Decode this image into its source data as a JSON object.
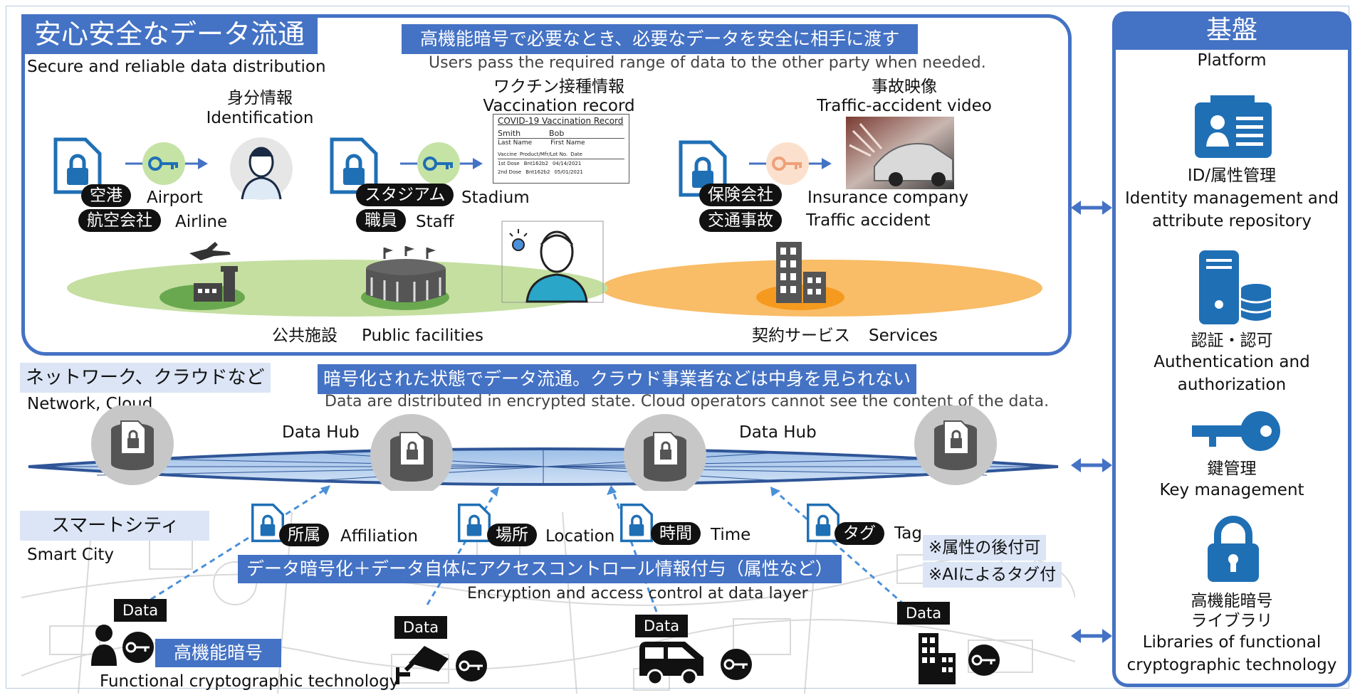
{
  "top": {
    "title_jp": "安心安全なデータ流通",
    "title_en": "Secure and reliable data distribution",
    "banner_jp": "高機能暗号で必要なとき、必要なデータを安全に相手に渡す",
    "banner_en": "Users pass the required range of data to the other party when needed.",
    "identification_jp": "身分情報",
    "identification_en": "Identification",
    "vaccination_jp": "ワクチン接種情報",
    "vaccination_en": "Vaccination record",
    "accident_jp": "事故映像",
    "accident_en": "Traffic-accident video",
    "airport_tag": "空港",
    "airport_en": "Airport",
    "airline_tag": "航空会社",
    "airline_en": "Airline",
    "stadium_tag": "スタジアム",
    "stadium_en": "Stadium",
    "staff_tag": "職員",
    "staff_en": "Staff",
    "insurance_tag": "保険会社",
    "insurance_en": "Insurance company",
    "traffic_tag": "交通事故",
    "traffic_en": "Traffic accident",
    "public_jp": "公共施設",
    "public_en": "Public facilities",
    "services_jp": "契約サービス",
    "services_en": "Services",
    "vaccine_card": {
      "title": "COVID-19 Vaccination Record",
      "last_value": "Smith",
      "first_value": "Bob",
      "last_label": "Last Name",
      "first_label": "First Name",
      "col1": "Vaccine",
      "col2": "Product/Mfr/Lot No.",
      "col3": "Date",
      "row1_dose": "1st Dose",
      "row1_product": "Bnt162b2",
      "row1_date": "04/14/2021",
      "row2_dose": "2nd Dose",
      "row2_product": "Bnt162b2",
      "row2_date": "05/01/2021"
    }
  },
  "network": {
    "title_jp": "ネットワーク、クラウドなど",
    "title_en": "Network, Cloud",
    "banner_jp": "暗号化された状態でデータ流通。クラウド事業者などは中身を見られない",
    "banner_en": "Data are distributed in encrypted state. Cloud operators cannot see the content of the data.",
    "hub1": "Data Hub",
    "hub2": "Data Hub"
  },
  "smartcity": {
    "title_jp": "スマートシティ",
    "title_en": "Smart City",
    "affiliation_tag": "所属",
    "affiliation_en": "Affiliation",
    "location_tag": "場所",
    "location_en": "Location",
    "time_tag": "時間",
    "time_en": "Time",
    "tagtag": "タグ",
    "tag_en": "Tag",
    "note1": "※属性の後付可",
    "note2": "※AIによるタグ付",
    "encryption_jp": "データ暗号化＋データ自体にアクセスコントロール情報付与（属性など）",
    "encryption_en": "Encryption and access control at data layer",
    "data_label": "Data",
    "func_jp": "高機能暗号",
    "func_en": "Functional cryptographic technology"
  },
  "platform": {
    "header_jp": "基盤",
    "header_en": "Platform",
    "id_jp": "ID/属性管理",
    "id_en1": "Identity management and",
    "id_en2": "attribute repository",
    "auth_jp": "認証・認可",
    "auth_en1": "Authentication and",
    "auth_en2": "authorization",
    "key_jp": "鍵管理",
    "key_en": "Key management",
    "lib_jp1": "高機能暗号",
    "lib_jp2": "ライブラリ",
    "lib_en1": "Libraries of functional",
    "lib_en2": "cryptographic technology"
  },
  "colors": {
    "accent": "#4472c4",
    "light": "#dbe5f5",
    "doc_blue": "#1f6fb5",
    "green": "#8fc45a",
    "orange": "#f5a623"
  }
}
